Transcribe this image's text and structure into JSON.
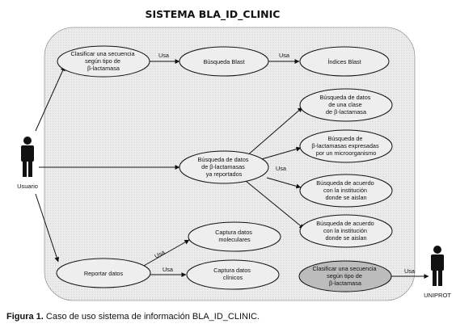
{
  "title": "SISTEMA BLA_ID_CLINIC",
  "caption": {
    "label": "Figura 1.",
    "text": " Caso de uso sistema de información BLA_ID_CLINIC."
  },
  "actors": {
    "usuario": "Usuario",
    "uniprot": "UNIPROT"
  },
  "use_cases": {
    "clasificar": [
      "Clasificar una secuencia",
      "según tipo de",
      "β-lactamasa"
    ],
    "busqueda_blast": [
      "Búsqueda Blast"
    ],
    "indices_blast": [
      "Índices Blast"
    ],
    "busqueda_datos": [
      "Búsqueda de datos",
      "de β-lactamasas",
      "ya reportados"
    ],
    "busqueda_clase": [
      "Búsqueda de datos",
      "de una clase",
      "de β-lactamasa"
    ],
    "busqueda_microorganismo": [
      "Búsqueda de",
      "β-lactamasas expresadas",
      "por un microorganismo"
    ],
    "busqueda_institucion": [
      "Búsqueda de acuerdo",
      "con la institución",
      "donde se aislan"
    ],
    "busqueda_institucion2": [
      "Búsqueda de acuerdo",
      "con la institución",
      "donde se aislan"
    ],
    "reportar": [
      "Reportar datos"
    ],
    "captura_moleculares": [
      "Captura datos",
      "moleculares"
    ],
    "captura_clinicos": [
      "Captura datos",
      "clínicos"
    ],
    "clasificar_uniprot": [
      "Clasificar una secuencia",
      "según tipo de",
      "β-lactamasa"
    ]
  },
  "edge_labels": {
    "usa_1": "Usa",
    "usa_2": "Usa",
    "usa_3": "Usa",
    "usa_4": "Usa",
    "usa_5": "Usa",
    "usa_6": "Usa"
  },
  "colors": {
    "system_fill": "#e2e2e2",
    "ellipse_fill": "#eeeeee",
    "highlight_fill": "#bcbcbc",
    "stroke": "#111111"
  }
}
